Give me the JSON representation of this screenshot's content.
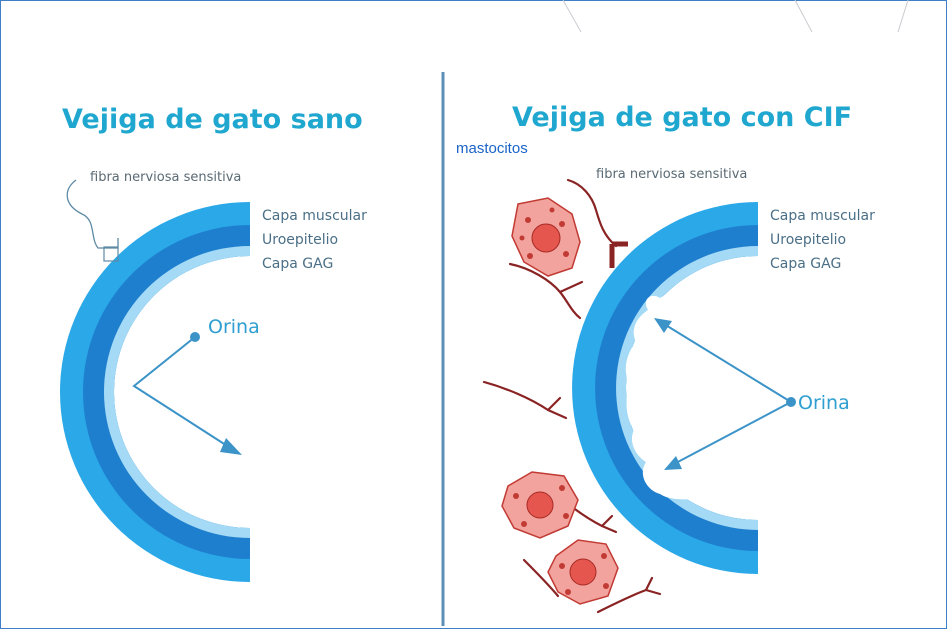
{
  "left_panel": {
    "title": "Vejiga de gato sano",
    "fiber_label": "fibra nerviosa sensitiva",
    "layers": [
      "Capa muscular",
      "Uroepitelio",
      "Capa GAG"
    ],
    "urine_label": "Orina"
  },
  "right_panel": {
    "title": "Vejiga de gato con CIF",
    "mast_cells_label": "mastocitos",
    "fiber_label": "fibra nerviosa sensitiva",
    "layers": [
      "Capa muscular",
      "Uroepitelio",
      "Capa GAG"
    ],
    "urine_label": "Orina"
  },
  "colors": {
    "muscle": "#2aa8e8",
    "urothelium": "#1f7fcf",
    "gag": "#a4daf5",
    "arrow": "#3b93c8",
    "nerve_left": "#5d8aa5",
    "nerve_right": "#8a2323",
    "mast_cell": "#e5564f",
    "frame": "#3f7fc8"
  }
}
